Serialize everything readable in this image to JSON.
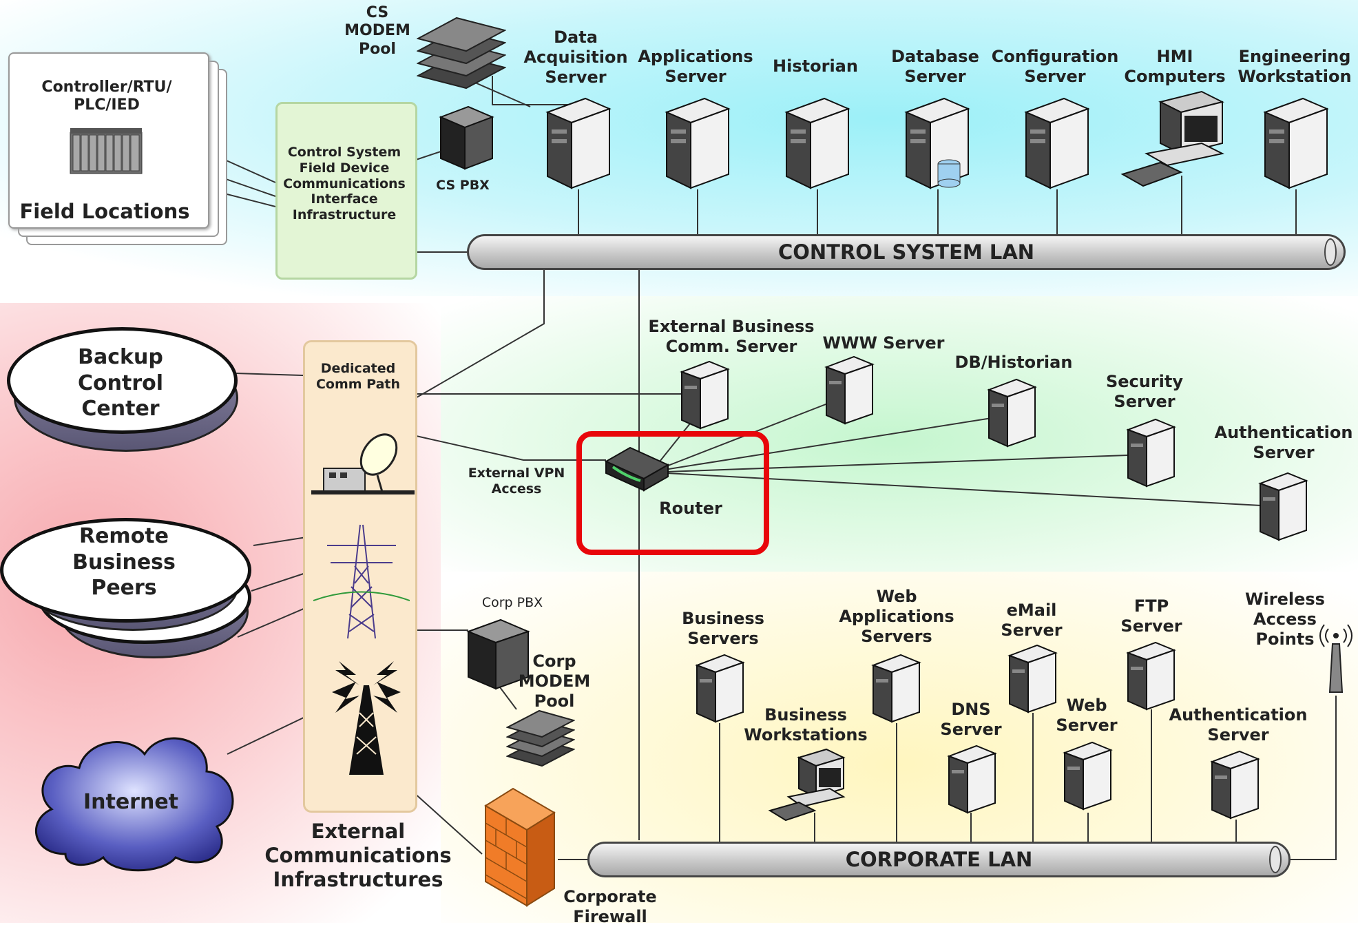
{
  "zones": {
    "control_label_color": "#bff3fb",
    "dmz_color": "#d9f8df",
    "external_color": "#f6c0c3",
    "corporate_color": "#fdf8d2"
  },
  "field_locations": {
    "device_label": "Controller/RTU/\nPLC/IED",
    "title": "Field Locations"
  },
  "cs_interface": "Control System\nField Device\nCommunications\nInterface\nInfrastructure",
  "cs_modem_pool": "CS\nMODEM\nPool",
  "cs_pbx": "CS PBX",
  "control_servers": [
    {
      "name": "data-acquisition-server",
      "label": "Data\nAcquisition\nServer"
    },
    {
      "name": "applications-server",
      "label": "Applications\nServer"
    },
    {
      "name": "historian",
      "label": "Historian"
    },
    {
      "name": "database-server",
      "label": "Database\nServer"
    },
    {
      "name": "configuration-server",
      "label": "Configuration\nServer"
    },
    {
      "name": "hmi-computers",
      "label": "HMI\nComputers"
    },
    {
      "name": "engineering-workstation",
      "label": "Engineering\nWorkstation"
    }
  ],
  "control_lan": "CONTROL SYSTEM LAN",
  "corporate_lan": "CORPORATE LAN",
  "external": {
    "backup_control_center": "Backup\nControl\nCenter",
    "remote_business_peers": "Remote\nBusiness\nPeers",
    "internet": "Internet",
    "dedicated_comm_path": "Dedicated\nComm Path",
    "external_vpn_access": "External VPN\nAccess",
    "title": "External\nCommunications\nInfrastructures"
  },
  "dmz": {
    "external_business_comm_server": "External Business\nComm. Server",
    "www_server": "WWW Server",
    "db_historian": "DB/Historian",
    "security_server": "Security\nServer",
    "authentication_server": "Authentication\nServer",
    "router": "Router"
  },
  "corporate": {
    "corp_pbx": "Corp PBX",
    "corp_modem_pool": "Corp\nMODEM\nPool",
    "corporate_firewall": "Corporate\nFirewall",
    "business_servers": "Business\nServers",
    "business_workstations": "Business\nWorkstations",
    "web_applications_servers": "Web\nApplications\nServers",
    "dns_server": "DNS\nServer",
    "email_server": "eMail\nServer",
    "web_server": "Web\nServer",
    "ftp_server": "FTP\nServer",
    "authentication_server": "Authentication\nServer",
    "wireless_access_points": "Wireless\nAccess\nPoints"
  }
}
